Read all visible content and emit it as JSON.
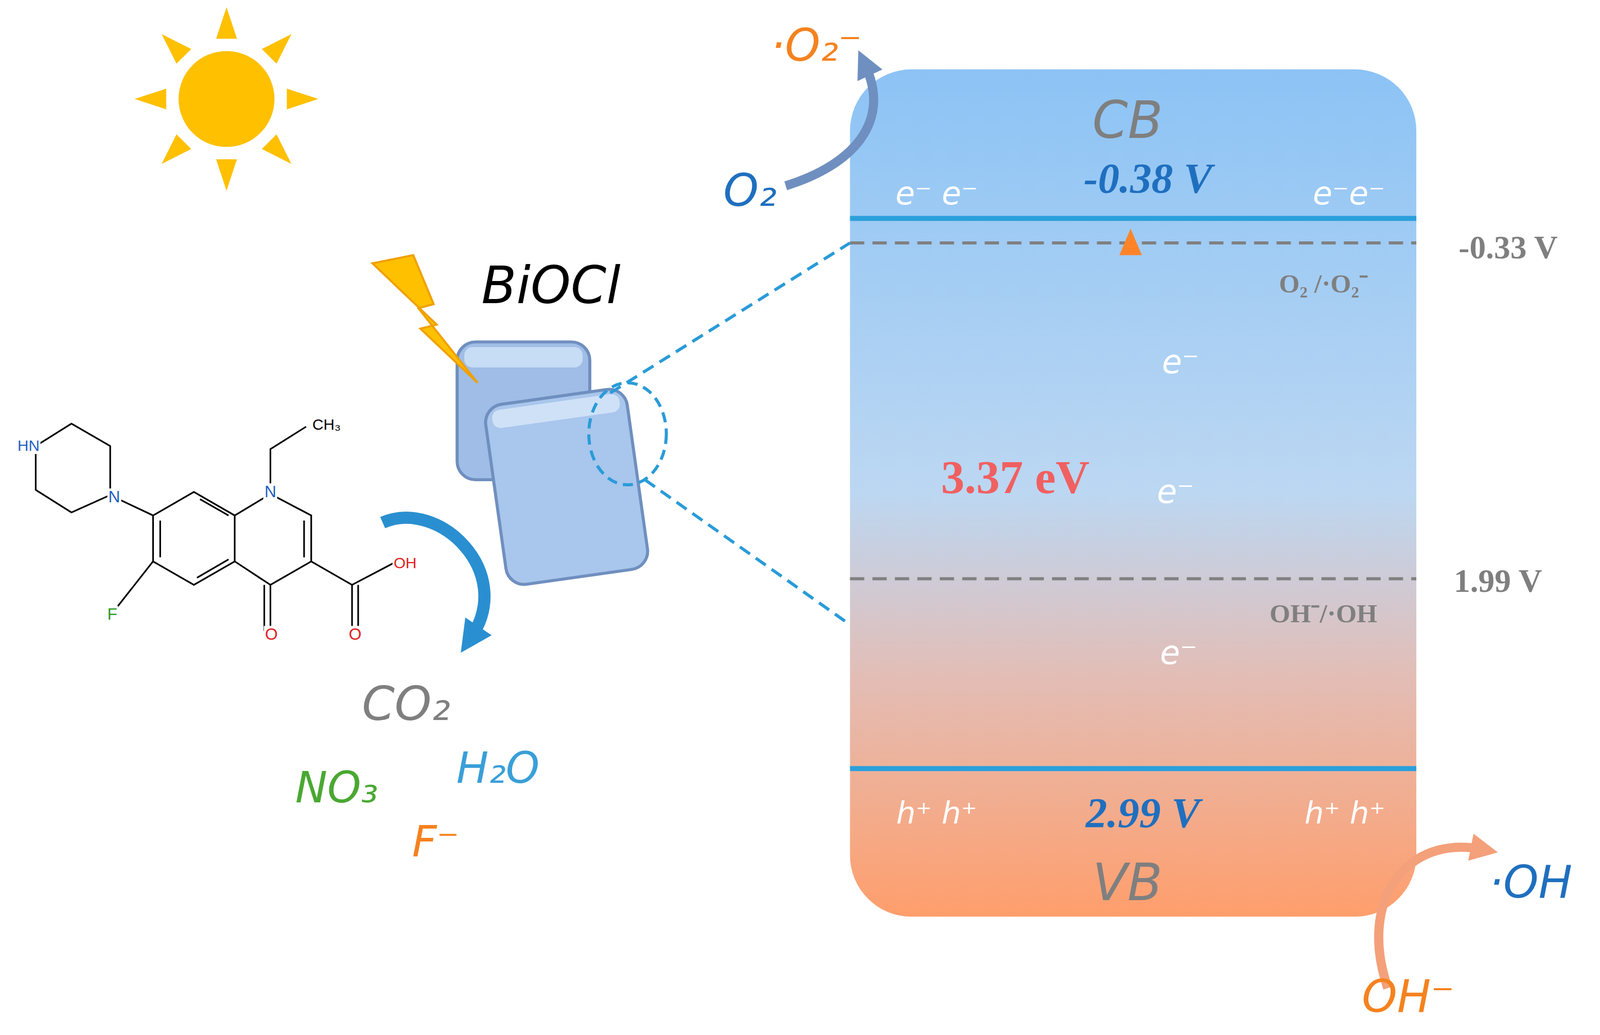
{
  "diagram": {
    "nodes": [
      {
        "text": [
          "CB",
          "-0.38 V",
          "3.37 eV",
          "2.99 V",
          "VB"
        ]
      }
    ],
    "labels": [
      "·O₂⁻",
      "O₂",
      "e⁻ e⁻",
      "e⁻e⁻",
      "-0.33 V",
      "O₂ /·O₂⁻",
      "e⁻",
      "e⁻",
      "1.99 V",
      "OH⁻/·OH",
      "e⁻",
      "h⁺ h⁺",
      "h⁺ h⁺",
      "·OH",
      "OH⁻",
      "BiOCl",
      "HN",
      "N",
      "N",
      "CH₃",
      "F",
      "O",
      "O",
      "OH",
      "CO₂",
      "NO₃",
      "H₂O",
      "F⁻"
    ]
  }
}
